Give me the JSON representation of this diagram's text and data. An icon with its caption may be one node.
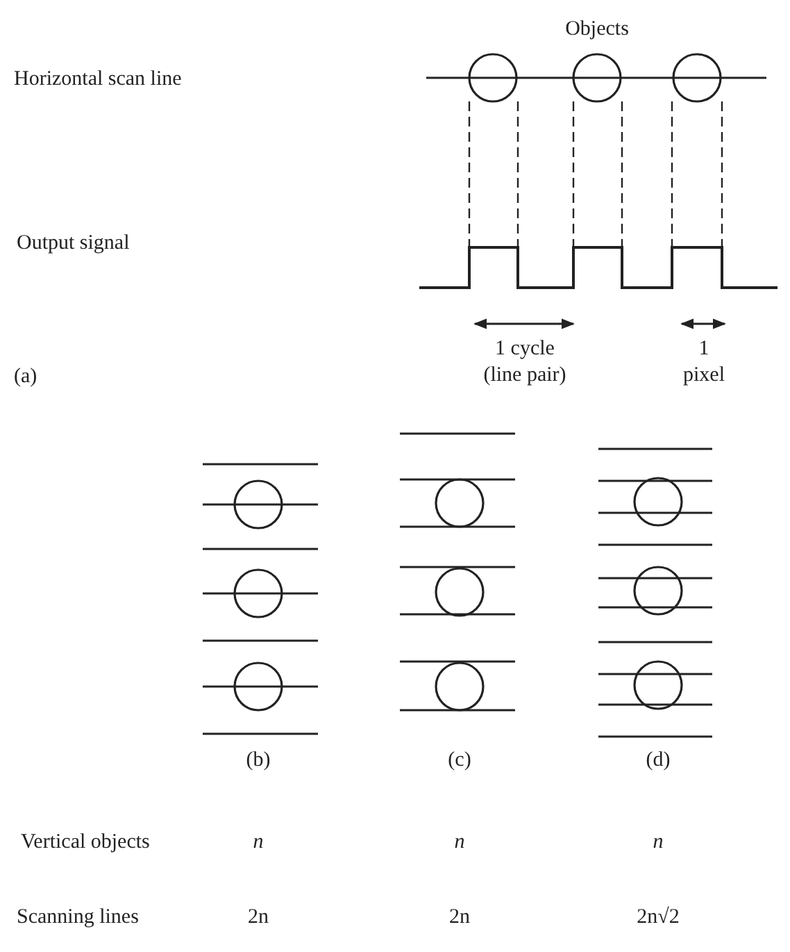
{
  "diagram": {
    "labels": [
      "Objects",
      "Horizontal scan line",
      "Output signal",
      "1 cycle (line pair)",
      "1 pixel",
      "(a)",
      "(b)",
      "(c)",
      "(d)",
      "Vertical objects",
      "n",
      "n",
      "n",
      "Scanning lines",
      "2n",
      "2n",
      "2n√2"
    ]
  }
}
